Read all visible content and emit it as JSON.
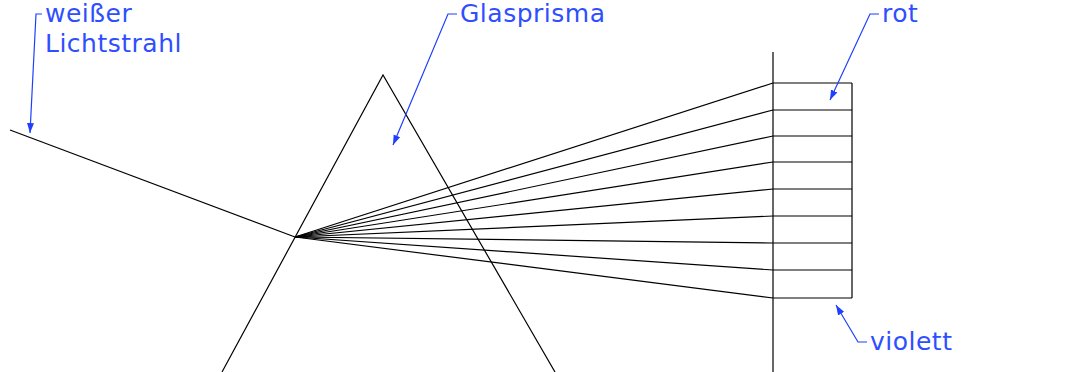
{
  "diagram": {
    "labels": [
      "weißer Lichtstrahl",
      "Glasprisma",
      "rot",
      "violett"
    ]
  }
}
